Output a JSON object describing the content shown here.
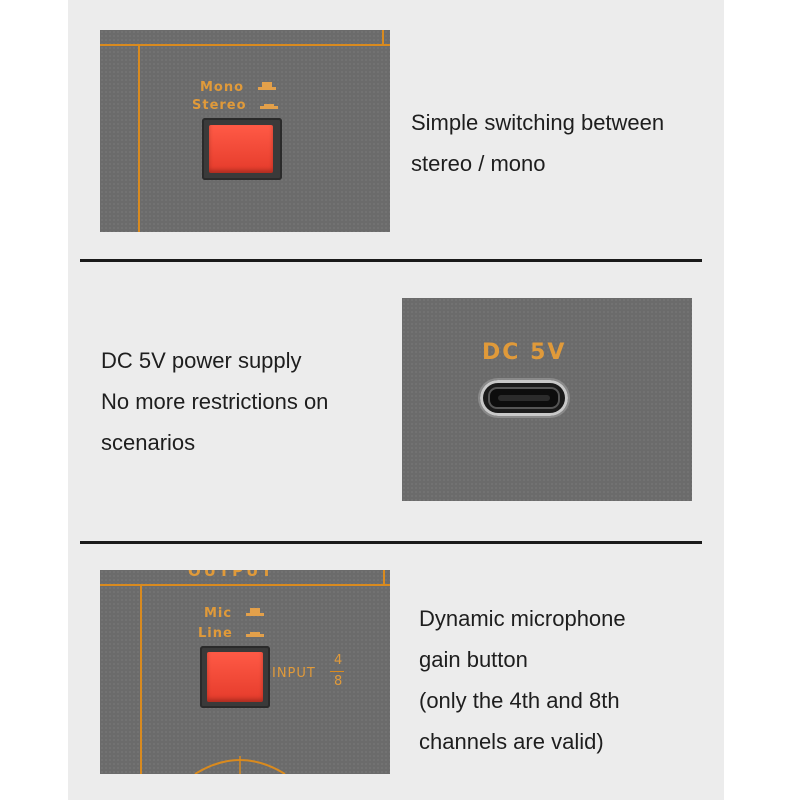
{
  "sections": [
    {
      "caption": [
        "Simple switching between",
        "stereo / mono"
      ],
      "panel_labels": [
        "Mono",
        "Stereo"
      ]
    },
    {
      "caption": [
        "DC 5V power supply",
        "No more restrictions on",
        "scenarios"
      ],
      "panel_labels": [
        "DC 5V"
      ]
    },
    {
      "caption": [
        "Dynamic microphone",
        "gain button",
        "(only the 4th and 8th",
        "channels are valid)"
      ],
      "panel_labels": [
        "OUTPUT",
        "Mic",
        "Line",
        "INPUT",
        "4",
        "8"
      ]
    }
  ],
  "colors": {
    "panel_gray": "#6b6b6b",
    "accent_orange": "#e09a3a",
    "button_red": "#f24a36"
  }
}
